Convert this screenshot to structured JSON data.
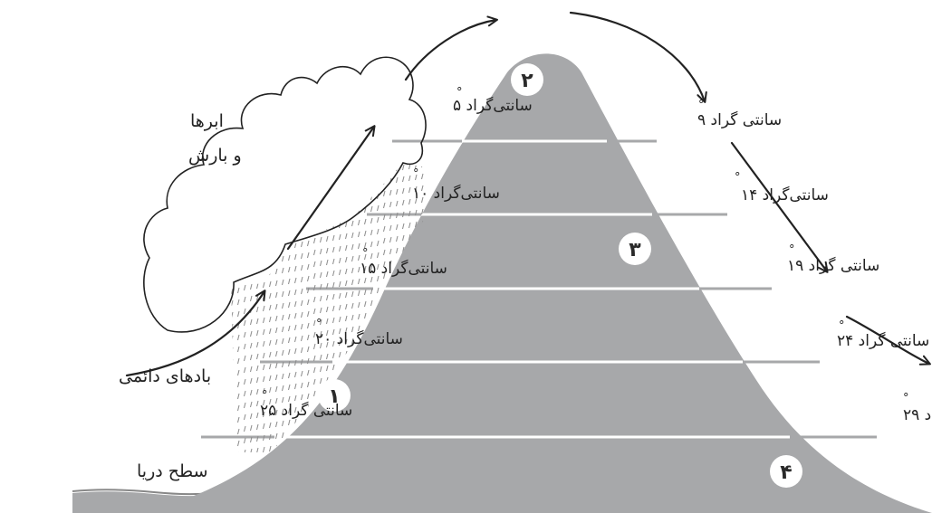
{
  "clouds": {
    "line1": "ابرها",
    "line2": "و بارش"
  },
  "prevailing_winds": "بادهای دائمی",
  "sea_level": "سطح دریا",
  "degree_symbol": "°",
  "windward": [
    {
      "value": "۵",
      "unit": "سانتی‌گراد"
    },
    {
      "value": "۱۰",
      "unit": "سانتی‌گراد"
    },
    {
      "value": "۱۵",
      "unit": "سانتی‌گراد"
    },
    {
      "value": "۲۰",
      "unit": "سانتی‌گراد"
    },
    {
      "value": "۲۵",
      "unit": "سانتی گراد"
    }
  ],
  "leeward": [
    {
      "value": "۹",
      "unit": "سانتی گراد"
    },
    {
      "value": "۱۴",
      "unit": "سانتی‌گراد"
    },
    {
      "value": "۱۹",
      "unit": "سانتی گراد"
    },
    {
      "value": "۲۴",
      "unit": "سانتی گراد"
    },
    {
      "value": "۲۹",
      "unit": "سانتی گراد"
    }
  ],
  "zones": [
    "۱",
    "۲",
    "۳",
    "۴"
  ],
  "colors": {
    "mountain": "#a7a8aa",
    "bands": "#ffffff",
    "stroke": "#222222",
    "rain": "#8d8d8d"
  }
}
